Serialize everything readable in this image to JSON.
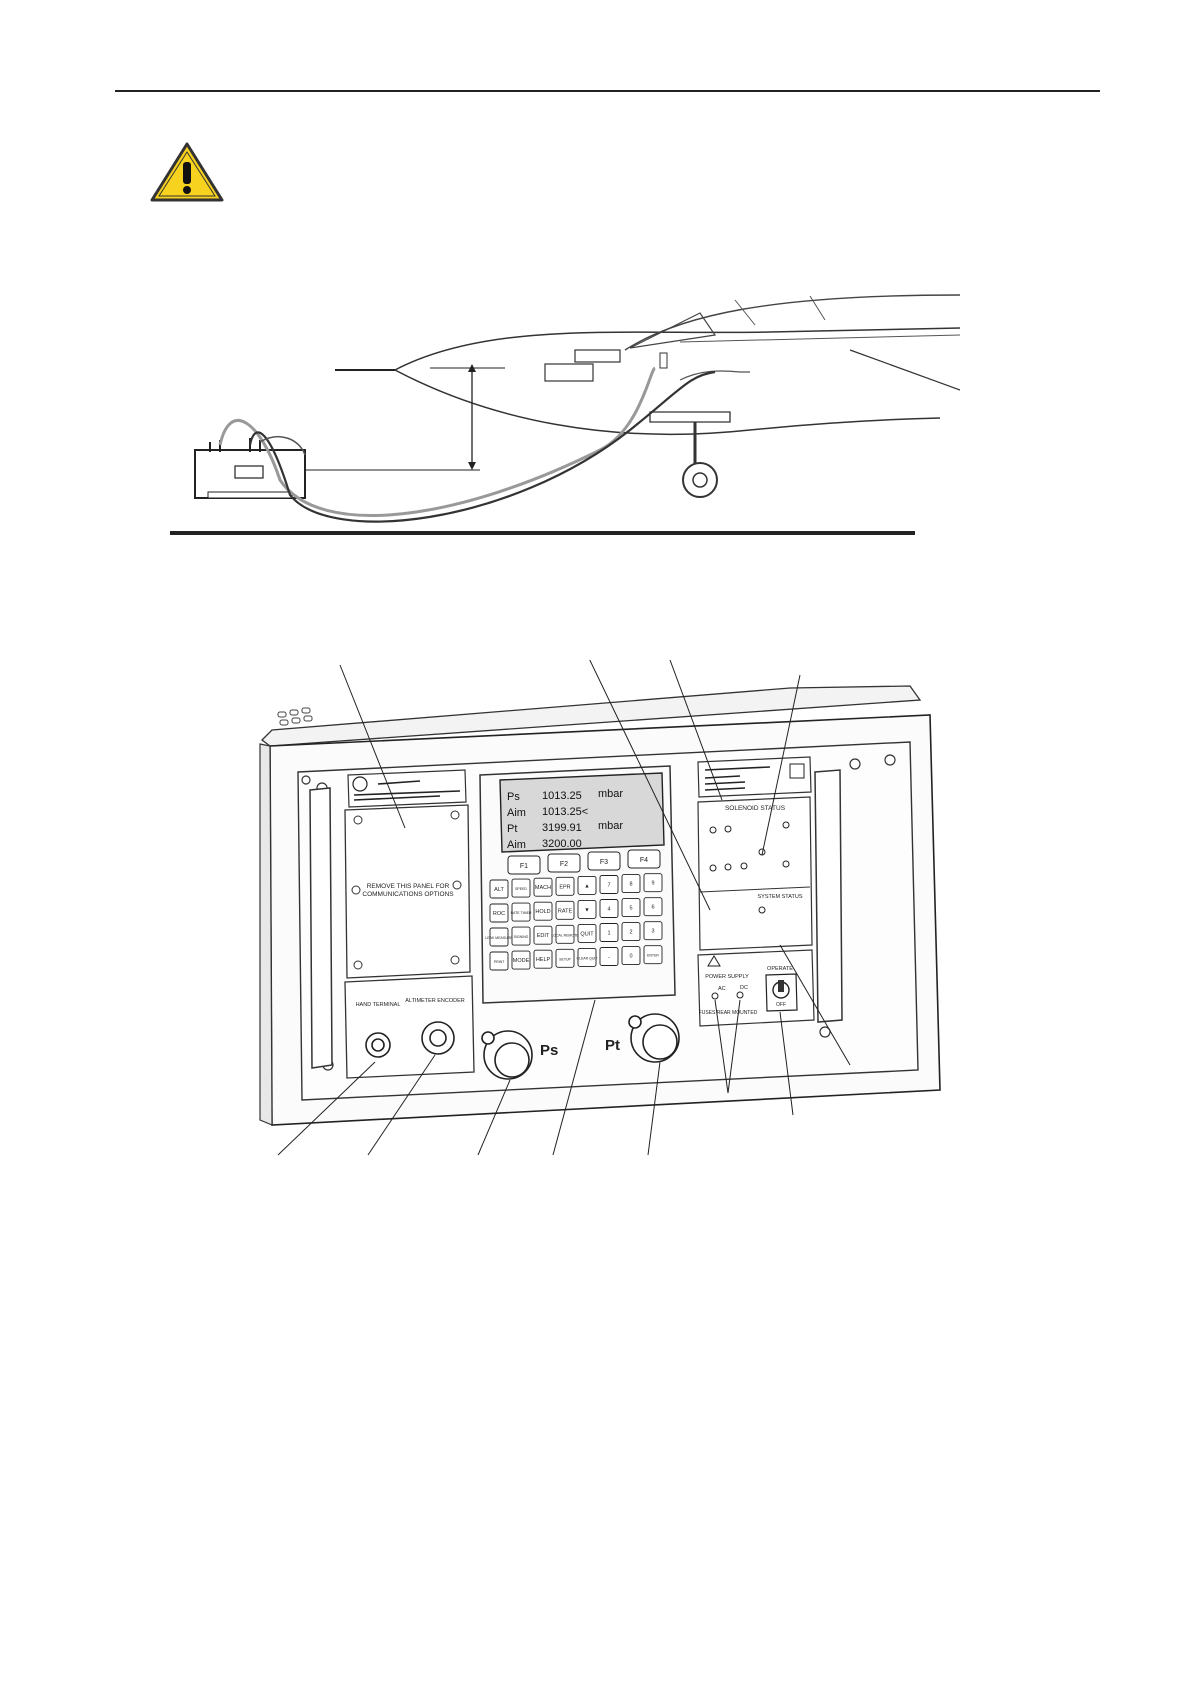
{
  "panel": {
    "display": {
      "rows": [
        {
          "label": "Ps",
          "value": "1013.25",
          "unit": "mbar"
        },
        {
          "label": "Aim",
          "value": "1013.25<",
          "unit": ""
        },
        {
          "label": "Pt",
          "value": "3199.91",
          "unit": "mbar"
        },
        {
          "label": "Aim",
          "value": "3200.00",
          "unit": ""
        }
      ]
    },
    "function_keys": [
      "F1",
      "F2",
      "F3",
      "F4"
    ],
    "keypad_rows": [
      [
        "ALT",
        "SPEED",
        "MACH",
        "EPR",
        "▲",
        "7",
        "8",
        "9"
      ],
      [
        "ROC",
        "RATE TIMER",
        "HOLD",
        "RATE",
        "▼",
        "4",
        "5",
        "6"
      ],
      [
        "LEAK MEASURE",
        "SIGNING",
        "EDIT",
        "LOCAL REMOTE",
        "QUIT",
        "1",
        "2",
        "3"
      ],
      [
        "PRINT",
        "MODE",
        "HELP",
        "SETUP",
        "CLEAR QUIT",
        "-",
        "0",
        "ENTER"
      ]
    ],
    "access_panel_text": "REMOVE THIS PANEL FOR COMMUNICATIONS OPTIONS",
    "hand_terminal_label": "HAND TERMINAL",
    "altimeter_label": "ALTIMETER ENCODER",
    "ps_port_label": "Ps",
    "pt_port_label": "Pt",
    "solenoid_status_label": "SOLENOID STATUS",
    "system_status_label": "SYSTEM STATUS",
    "power_supply_label": "POWER SUPPLY",
    "ac_label": "AC",
    "dc_label": "DC",
    "fuses_label": "FUSES REAR MOUNTED",
    "operate_label": "OPERATE",
    "off_label": "OFF"
  }
}
